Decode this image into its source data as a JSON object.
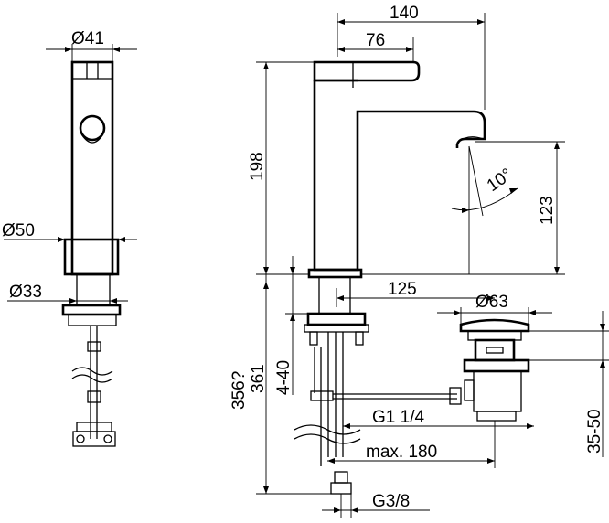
{
  "drawing": {
    "front_view": {
      "width_top": "Ø41",
      "width_base": "Ø50",
      "width_shank": "Ø33"
    },
    "side_view": {
      "spout_length": "140",
      "lever_length": "76",
      "total_height": "198",
      "outlet_height": "123",
      "outlet_angle": "10°",
      "waste_offset": "125",
      "waste_diameter": "Ø63",
      "total_length_alt": "356?",
      "total_length": "361",
      "counter_thickness": "4-40",
      "waste_thread": "G1 1/4",
      "rod_length": "max. 180",
      "waste_height": "35-50",
      "supply_thread": "G3/8"
    }
  }
}
